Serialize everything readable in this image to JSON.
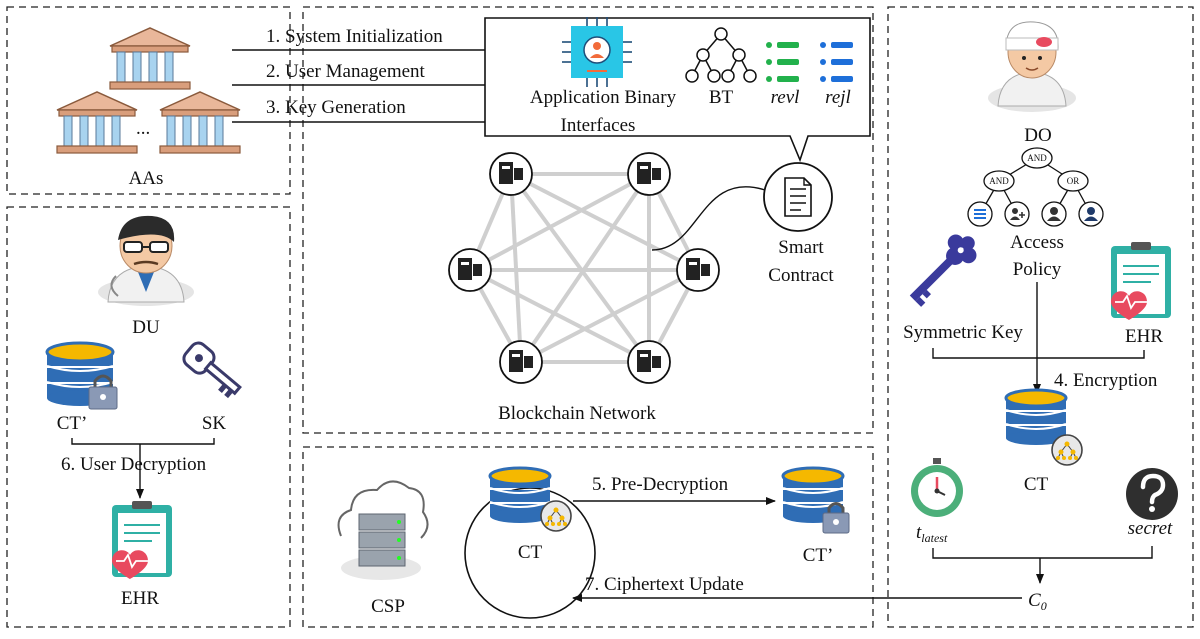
{
  "entities": {
    "aas": "AAs",
    "du": "DU",
    "do": "DO",
    "csp": "CSP",
    "blockchain_network": "Blockchain Network",
    "smart_contract_line1": "Smart",
    "smart_contract_line2": "Contract"
  },
  "abi": {
    "label_line1": "Application Binary",
    "label_line2": "Interfaces",
    "bt": "BT",
    "revl": "revl",
    "rejl": "rejl"
  },
  "steps": {
    "s1": "1. System Initialization",
    "s2": "2. User Management",
    "s3": "3. Key Generation",
    "s4": "4. Encryption",
    "s5": "5. Pre-Decryption",
    "s6": "6. User Decryption",
    "s7": "7. Ciphertext Update"
  },
  "labels": {
    "ellipsis": "...",
    "ct": "CT",
    "ct_prime": "CT’",
    "sk": "SK",
    "ehr": "EHR",
    "symmetric_key": "Symmetric Key",
    "access_policy_line1": "Access",
    "access_policy_line2": "Policy",
    "t_latest_base": "t",
    "t_latest_sub": "latest",
    "secret": "secret",
    "c0_base": "C",
    "c0_sub": "0"
  },
  "policy_tree": {
    "root": "AND",
    "left": "AND",
    "right": "OR"
  },
  "colors": {
    "db_gold": "#f5b800",
    "db_blue": "#2f6db5",
    "lock_gray": "#8a99b5",
    "key_purple": "#3a3a9c",
    "ehr_teal": "#2fb0a5",
    "heart_red": "#e84a5f",
    "abi_cyan": "#29c6e6",
    "list_green": "#22b14c",
    "list_blue": "#1e6fd9"
  }
}
